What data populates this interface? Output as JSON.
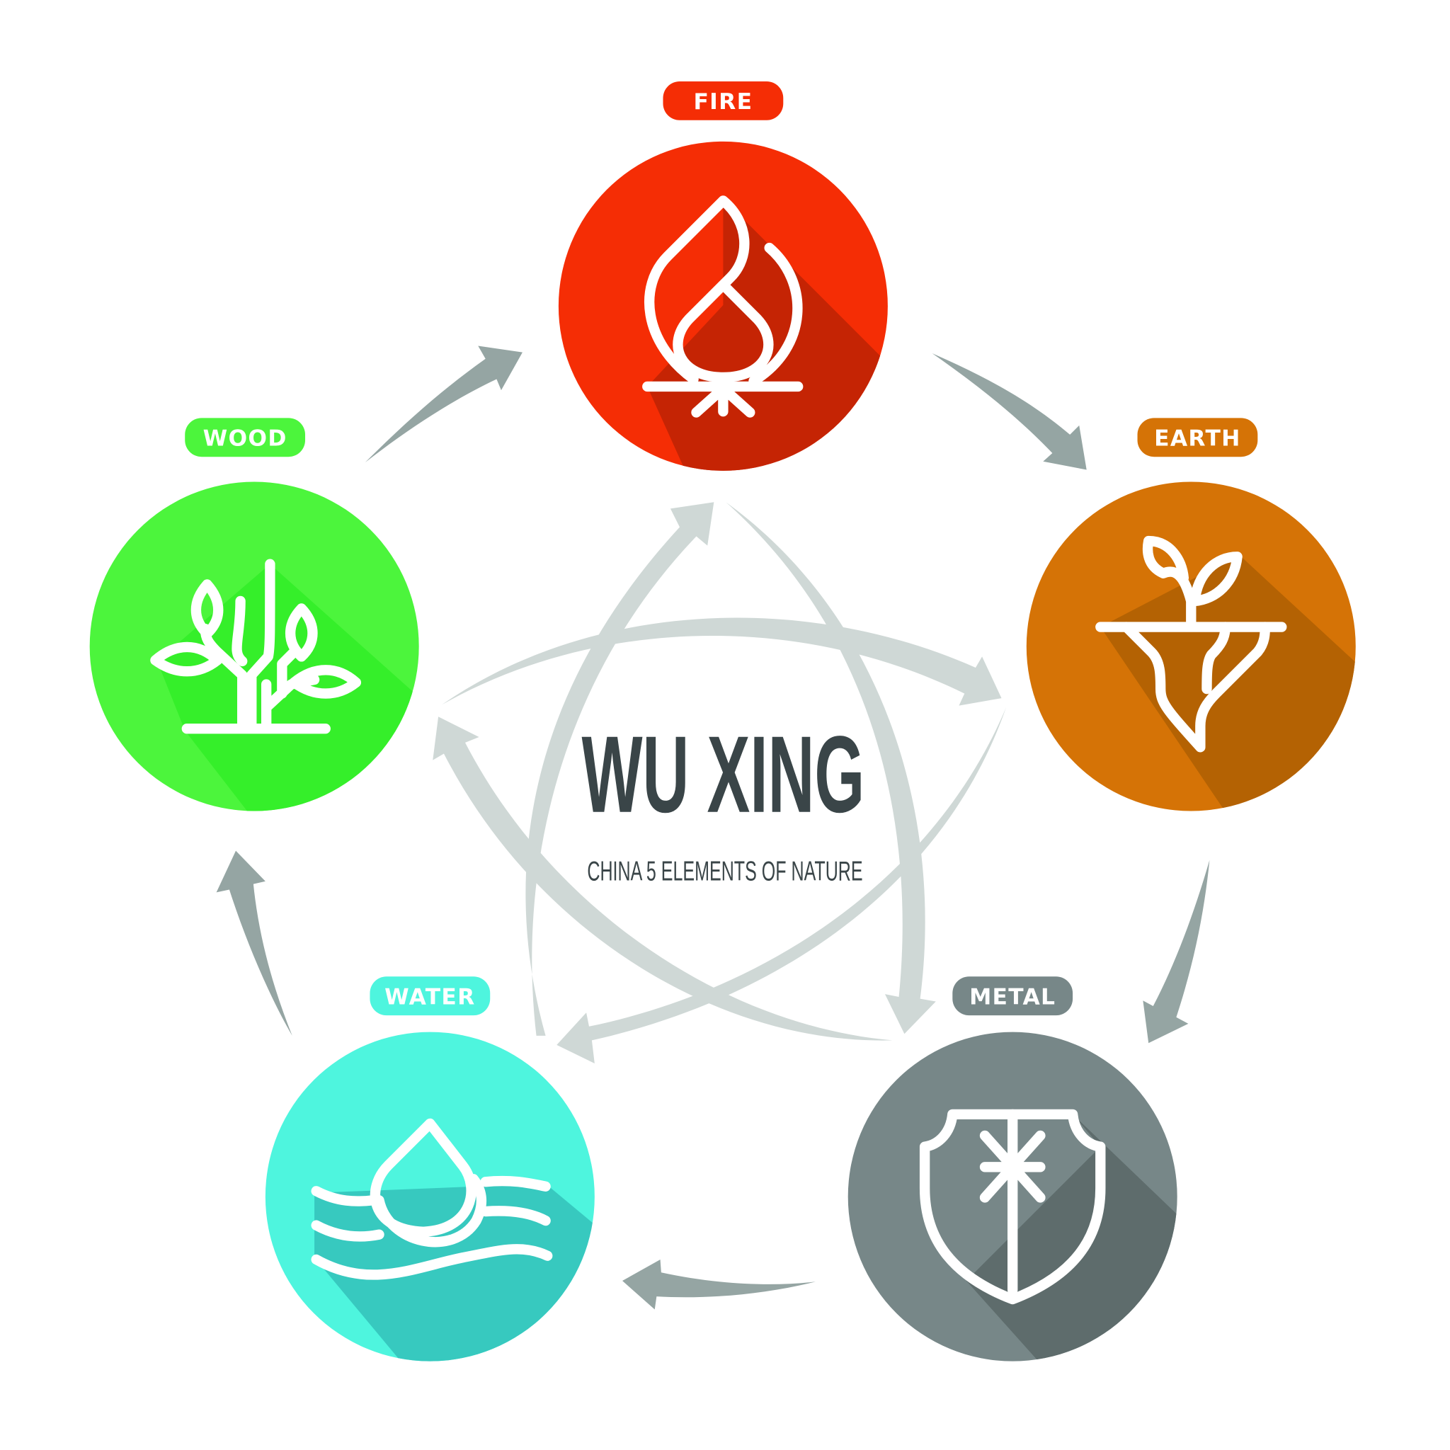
{
  "title": "WU XING",
  "subtitle": "CHINA 5 ELEMENTS OF NATURE",
  "elements": {
    "fire": {
      "label": "FIRE",
      "icon": "flame-icon",
      "color": "#f52d05",
      "shadow": "#c52404"
    },
    "earth": {
      "label": "EARTH",
      "icon": "sprout-on-ground-icon",
      "color": "#d57306",
      "shadow": "#b46203"
    },
    "metal": {
      "label": "METAL",
      "icon": "shield-icon",
      "color": "#778788",
      "shadow": "#5e6c6c"
    },
    "water": {
      "label": "WATER",
      "icon": "water-drop-waves-icon",
      "color": "#4ef5de",
      "shadow": "#37c9bf"
    },
    "wood": {
      "label": "WOOD",
      "icon": "plant-icon",
      "color": "#4cf53c",
      "shadow": "#35ef2a"
    }
  },
  "colors": {
    "generating_arrow": "#95a5a3",
    "controlling_arrow": "#cfd8d6",
    "title": "#3a4548"
  }
}
